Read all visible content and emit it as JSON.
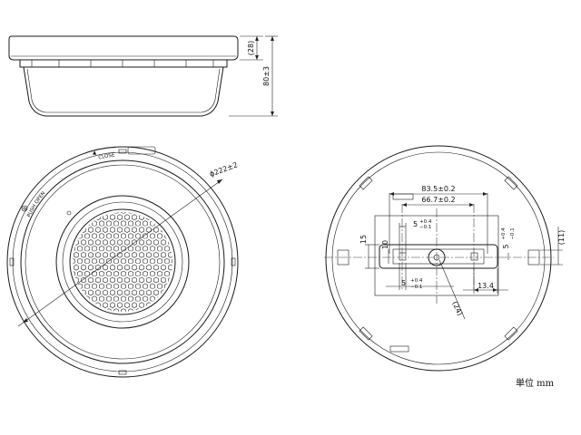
{
  "side_view": {
    "dim_height_ref": "(28)",
    "dim_total_height": "80±3"
  },
  "bottom_view": {
    "dim_diameter": "ϕ222±2",
    "engraving": {
      "push_open": "PUSH OPEN",
      "close": "CLOSE",
      "arrow_marker": "▲"
    }
  },
  "top_view": {
    "dim_hole_pitch": "83.5±0.2",
    "dim_inner_pitch": "66.7±0.2",
    "dim_5_upper": "5",
    "tol_5_upper_plus": "+0.4",
    "tol_5_upper_minus": "−0.1",
    "dim_15": "15",
    "dim_10": "10",
    "dim_5_lower": "5",
    "tol_5_lower_plus": "+0.4",
    "tol_5_lower_minus": "−0.1",
    "dim_5_right": "5",
    "tol_5_right_plus": "+0.4",
    "tol_5_right_minus": "−0.1",
    "dim_13_4": "13.4",
    "dim_11": "(11)",
    "dim_24": "(24)"
  },
  "unit_label": "単位 mm"
}
